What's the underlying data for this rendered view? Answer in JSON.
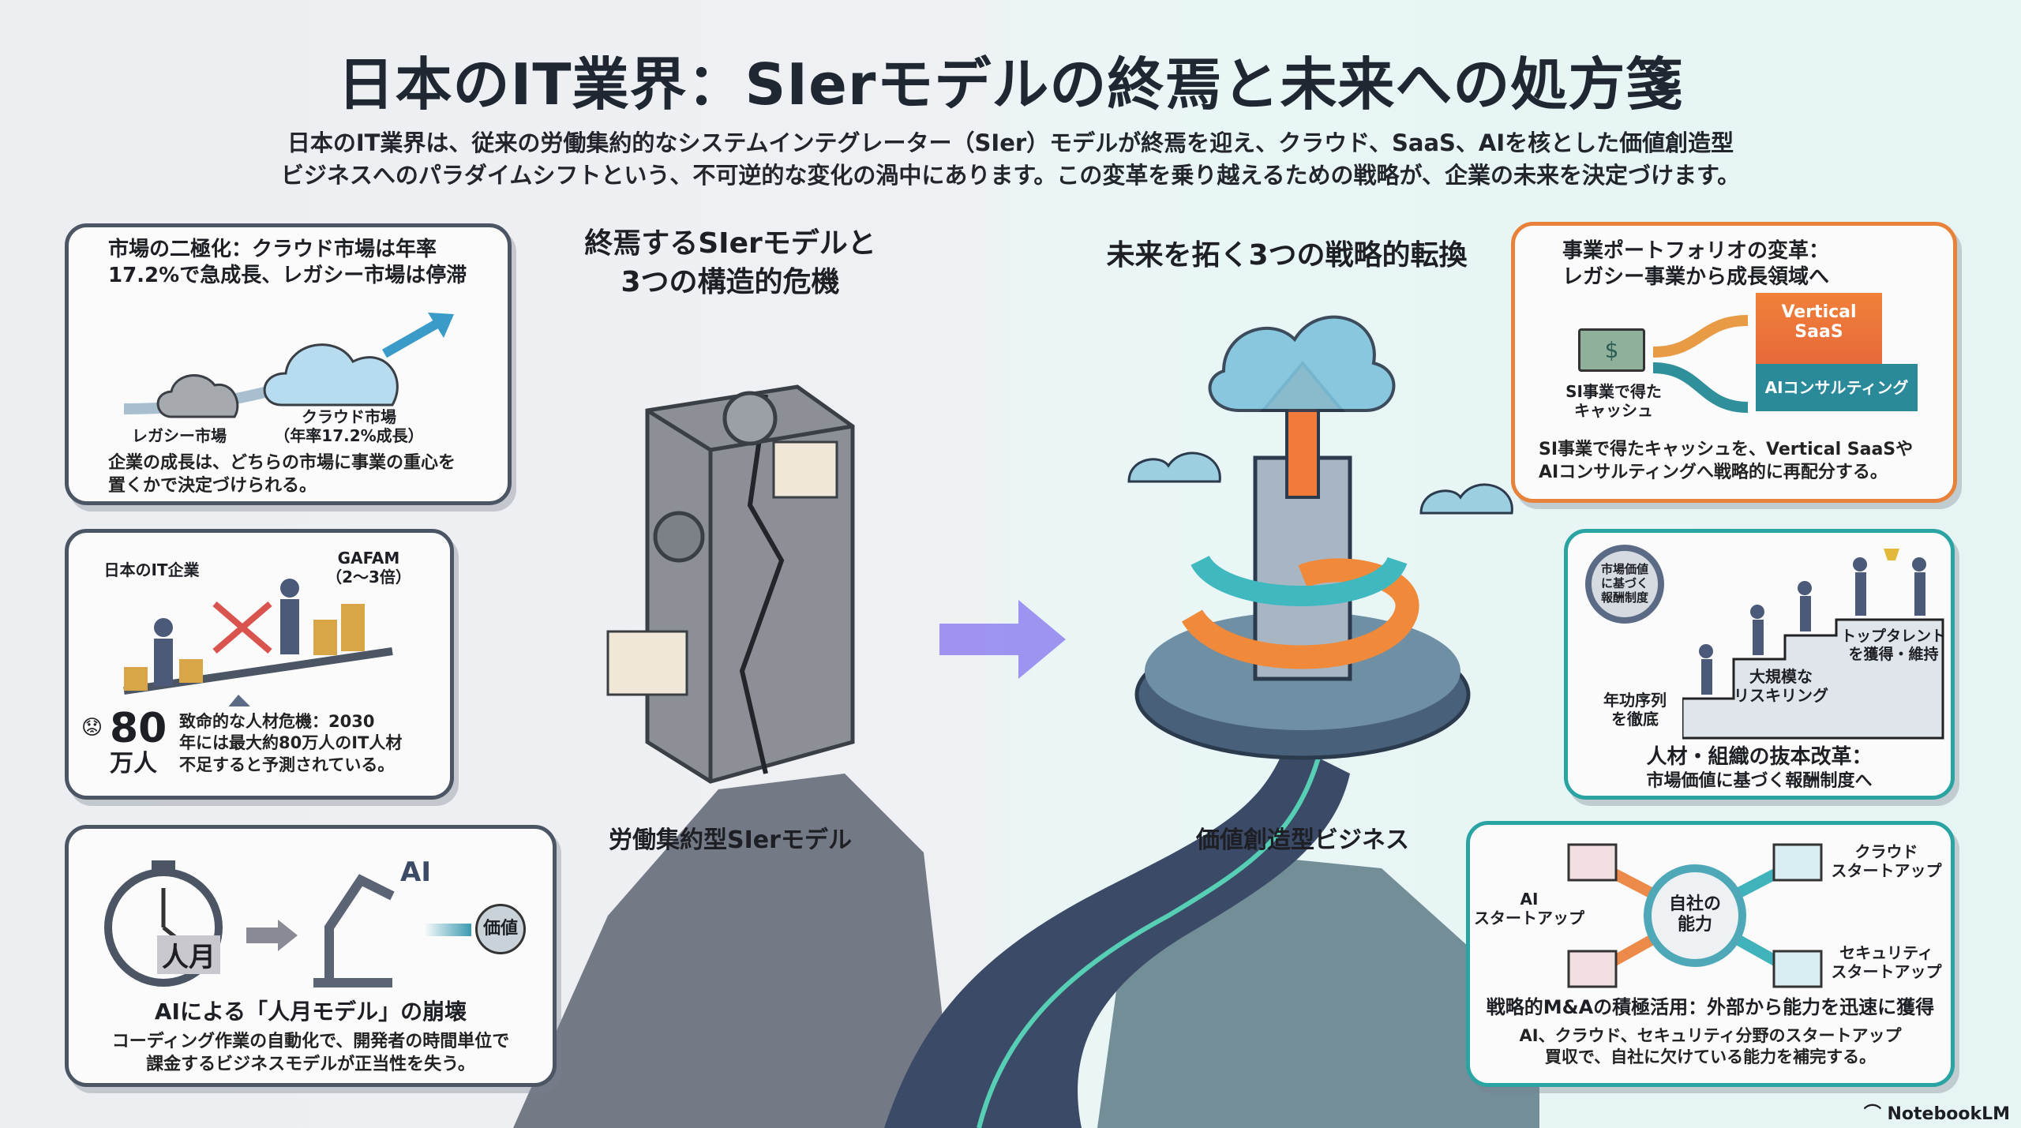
{
  "title": "日本のIT業界：SIerモデルの終焉と未来への処方箋",
  "subtitle": [
    "日本のIT業界は、従来の労働集約的なシステムインテグレーター（SIer）モデルが終焉を迎え、クラウド、SaaS、AIを核とした価値創造型",
    "ビジネスへのパラダイムシフトという、不可逆的な変化の渦中にあります。この変革を乗り越えるための戦略が、企業の未来を決定づけます。"
  ],
  "left_heading": [
    "終焉するSIerモデルと",
    "3つの構造的危機"
  ],
  "right_heading": "未来を拓く3つの戦略的転換",
  "left_caption": "労働集約型SIerモデル",
  "right_caption": "価値創造型ビジネス",
  "crises": [
    {
      "title": [
        "市場の二極化：クラウド市場は年率",
        "17.2%で急成長、レガシー市場は停滞"
      ],
      "labels": {
        "legacy": "レガシー市場",
        "cloud": [
          "クラウド市場",
          "（年率17.2%成長）"
        ]
      },
      "body": [
        "企業の成長は、どちらの市場に事業の重心を",
        "置くかで決定づけられる。"
      ]
    },
    {
      "labels": {
        "japan": "日本のIT企業",
        "gafam": [
          "GAFAM",
          "（2〜3倍）"
        ]
      },
      "big_number": "80",
      "big_unit": "万人",
      "body": [
        "致命的な人材危機：2030",
        "年には最大約80万人のIT人材",
        "不足すると予測されている。"
      ]
    },
    {
      "labels": {
        "ningetsu": "人月",
        "ai": "AI",
        "value": "価値"
      },
      "title": "AIによる「人月モデル」の崩壊",
      "body": [
        "コーディング作業の自動化で、開発者の時間単位で",
        "課金するビジネスモデルが正当性を失う。"
      ]
    }
  ],
  "strategies": [
    {
      "title": [
        "事業ポートフォリオの変革：",
        "レガシー事業から成長領域へ"
      ],
      "labels": {
        "cash": [
          "SI事業で得た",
          "キャッシュ"
        ],
        "saas": [
          "Vertical",
          "SaaS"
        ],
        "ai": "AIコンサルティング"
      },
      "body": [
        "SI事業で得たキャッシュを、Vertical SaaSや",
        "AIコンサルティングへ戦略的に再配分する。"
      ]
    },
    {
      "labels": {
        "badge": [
          "市場価値",
          "に基づく",
          "報酬制度"
        ],
        "step1": [
          "年功序列",
          "を徹底"
        ],
        "step2": [
          "大規模な",
          "リスキリング"
        ],
        "step3": [
          "トップタレント",
          "を獲得・維持"
        ]
      },
      "title": [
        "人材・組織の抜本改革：",
        "市場価値に基づく報酬制度へ"
      ]
    },
    {
      "labels": {
        "center": [
          "自社の",
          "能力"
        ],
        "ai": [
          "AI",
          "スタートアップ"
        ],
        "cloud": [
          "クラウド",
          "スタートアップ"
        ],
        "security": [
          "セキュリティ",
          "スタートアップ"
        ]
      },
      "title": "戦略的M&Aの積極活用：外部から能力を迅速に獲得",
      "body": [
        "AI、クラウド、セキュリティ分野のスタートアップ",
        "買収で、自社に欠けている能力を補完する。"
      ]
    }
  ],
  "watermark": "NotebookLM"
}
